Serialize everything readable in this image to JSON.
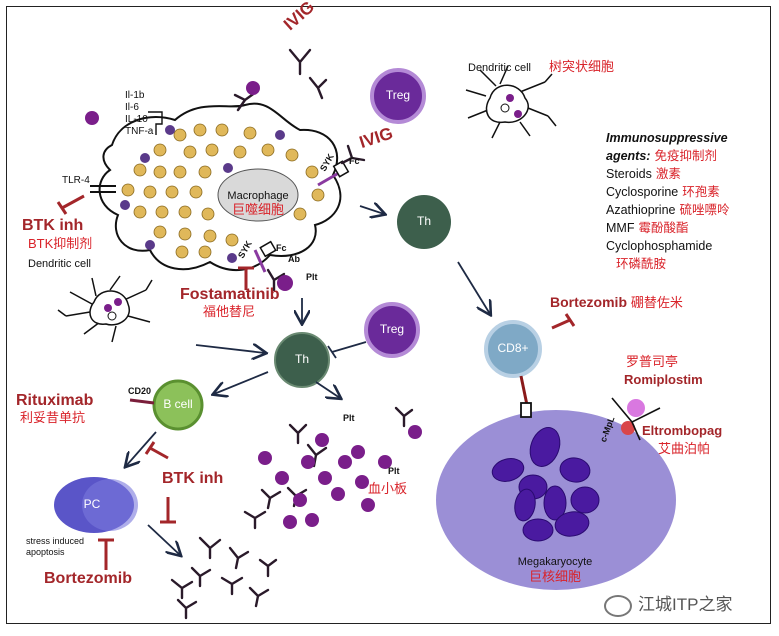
{
  "cells": {
    "ivig_top": "IVIG",
    "ivig_mid": "IVIG",
    "treg_top": "Treg",
    "treg_mid": "Treg",
    "th_top": "Th",
    "th_mid": "Th",
    "cd8": "CD8+",
    "b_cell": "B cell",
    "pc": "PC",
    "macrophage_en": "Macrophage",
    "macrophage_cn": "巨噬细胞",
    "dendritic_top_en": "Dendritic cell",
    "dendritic_top_cn": "树突状细胞",
    "dendritic_left_en": "Dendritic cell",
    "megakaryocyte_en": "Megakaryocyte",
    "megakaryocyte_cn": "巨核细胞",
    "plt": "Plt",
    "platelet_cn": "血小板"
  },
  "cytokines": [
    "Il-1b",
    "Il-6",
    "IL-10",
    "TNF-a"
  ],
  "receptors": {
    "tlr4": "TLR-4",
    "syk": "SYK",
    "fc": "Fc",
    "ab": "Ab",
    "cd20": "CD20",
    "cmpl": "c-MpL"
  },
  "drugs": {
    "btk_inh_top_en": "BTK inh",
    "btk_inh_top_cn": "BTK抑制剂",
    "fostamatinib_en": "Fostamatinib",
    "fostamatinib_cn": "福他替尼",
    "rituximab_en": "Rituximab",
    "rituximab_cn": "利妥昔单抗",
    "btk_inh_mid": "BTK inh",
    "bortezomib_bottom": "Bortezomib",
    "bortezomib_right_en": "Bortezomib",
    "bortezomib_right_cn": "硼替佐米",
    "romiplostim_cn": "罗普司亭",
    "romiplostim_en": "Romiplostim",
    "eltrombopag_en": "Eltrombopag",
    "eltrombopag_cn": "艾曲泊帕"
  },
  "stress_text": [
    "stress induced",
    "apoptosis"
  ],
  "immunosuppressive": {
    "title_en": "Immunosuppressive",
    "title_en2": "agents:",
    "title_cn": "免疫抑制剂",
    "items": [
      {
        "en": "Steroids",
        "cn": "激素"
      },
      {
        "en": "Cyclosporine",
        "cn": "环孢素"
      },
      {
        "en": "Azathioprine",
        "cn": "硫唑嘌呤"
      },
      {
        "en": "MMF",
        "cn": "霉酚酸酯"
      },
      {
        "en": "Cyclophosphamide",
        "cn": ""
      },
      {
        "en": "",
        "cn": "环磷酰胺"
      }
    ]
  },
  "watermark": "江城ITP之家",
  "colors": {
    "treg_purple": "#6a2a9a",
    "th_green": "#3d5f4c",
    "cd8_blue": "#7fa9c6",
    "b_cell_green": "#7bb04a",
    "pc_blue": "#5a55c8",
    "megakaryocyte_bg": "#9b8fd6",
    "megakaryocyte_nucleus": "#4a1aa0",
    "platelet": "#7a1e8a",
    "inhibitor_red": "#a3262a",
    "text_red": "#d9232a"
  }
}
